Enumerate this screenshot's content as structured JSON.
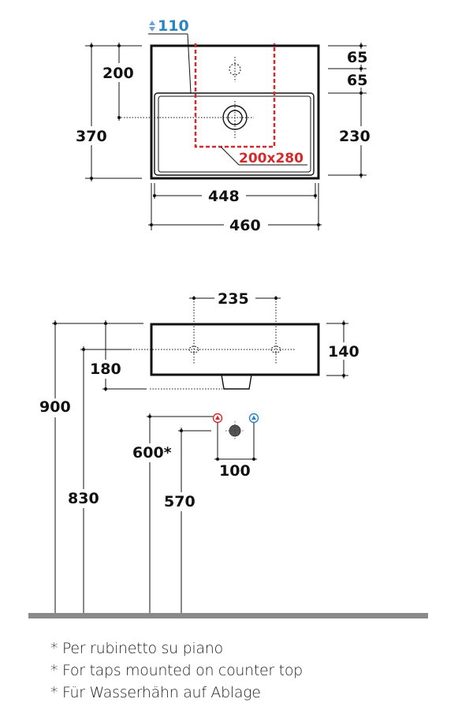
{
  "top_view": {
    "depth_label": "110",
    "cutout_label": "200x280",
    "dims": {
      "total_depth": "370",
      "tap_to_drain": "200",
      "right_top_1": "65",
      "right_top_2": "65",
      "bowl_depth": "230",
      "inner_width": "448",
      "total_width": "460"
    }
  },
  "side_view": {
    "dims": {
      "tap_spacing": "235",
      "height": "140",
      "drain_drop": "180",
      "top_height": "900",
      "hole_height": "830",
      "supply_height": "600*",
      "waste_height": "570",
      "supply_spacing": "100"
    }
  },
  "notes": [
    "* Per rubinetto su piano",
    "* For taps mounted on counter top",
    "* Für Wasserhähn auf Ablage"
  ],
  "colors": {
    "line": "#111111",
    "cutout": "#d32b2b",
    "depth_marker": "#2a86c0",
    "hot": "#d32b2b",
    "cold": "#2a86c0",
    "floor": "#8a8a8a"
  }
}
